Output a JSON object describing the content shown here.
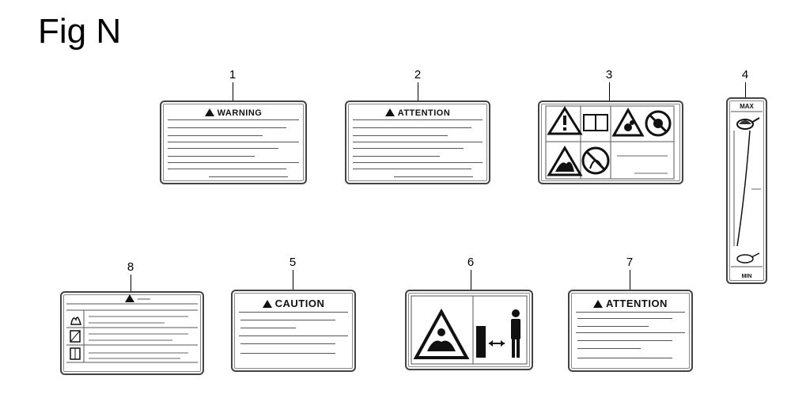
{
  "figure": {
    "title": "Fig N"
  },
  "labels": [
    {
      "callout": "1",
      "header": "WARNING"
    },
    {
      "callout": "2",
      "header": "ATTENTION"
    },
    {
      "callout": "3"
    },
    {
      "callout": "4",
      "max_text": "MAX",
      "min_text": "MIN"
    },
    {
      "callout": "5",
      "header": "CAUTION"
    },
    {
      "callout": "6"
    },
    {
      "callout": "7",
      "header": "ATTENTION"
    },
    {
      "callout": "8"
    }
  ]
}
